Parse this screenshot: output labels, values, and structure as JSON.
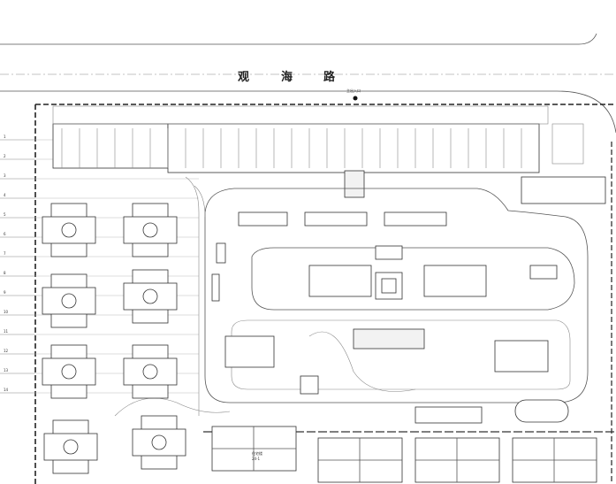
{
  "drawing": {
    "title": "site-plan",
    "road_name_chars": [
      "观",
      "海",
      "路"
    ],
    "entrance_label": "主出入口",
    "building_label": "住宅楼",
    "building_sublabel": "24-1",
    "legend_labels": [
      "1",
      "2",
      "3",
      "4",
      "5",
      "6",
      "7",
      "8",
      "9",
      "10",
      "11",
      "12",
      "13",
      "14"
    ]
  }
}
